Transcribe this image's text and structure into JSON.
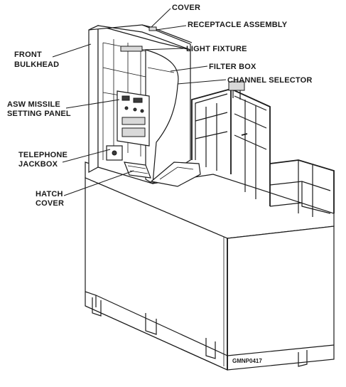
{
  "figure_code": "GMNP0417",
  "labels": {
    "cover": "COVER",
    "receptacle_assembly": "RECEPTACLE ASSEMBLY",
    "front_bulkhead_line1": "FRONT",
    "front_bulkhead_line2": "BULKHEAD",
    "light_fixture": "LIGHT FIXTURE",
    "filter_box": "FILTER BOX",
    "channel_selector": "CHANNEL SELECTOR",
    "asw_line1": "ASW MISSILE",
    "asw_line2": "SETTING PANEL",
    "telephone_line1": "TELEPHONE",
    "telephone_line2": "JACKBOX",
    "hatch_line1": "HATCH",
    "hatch_line2": "COVER"
  }
}
